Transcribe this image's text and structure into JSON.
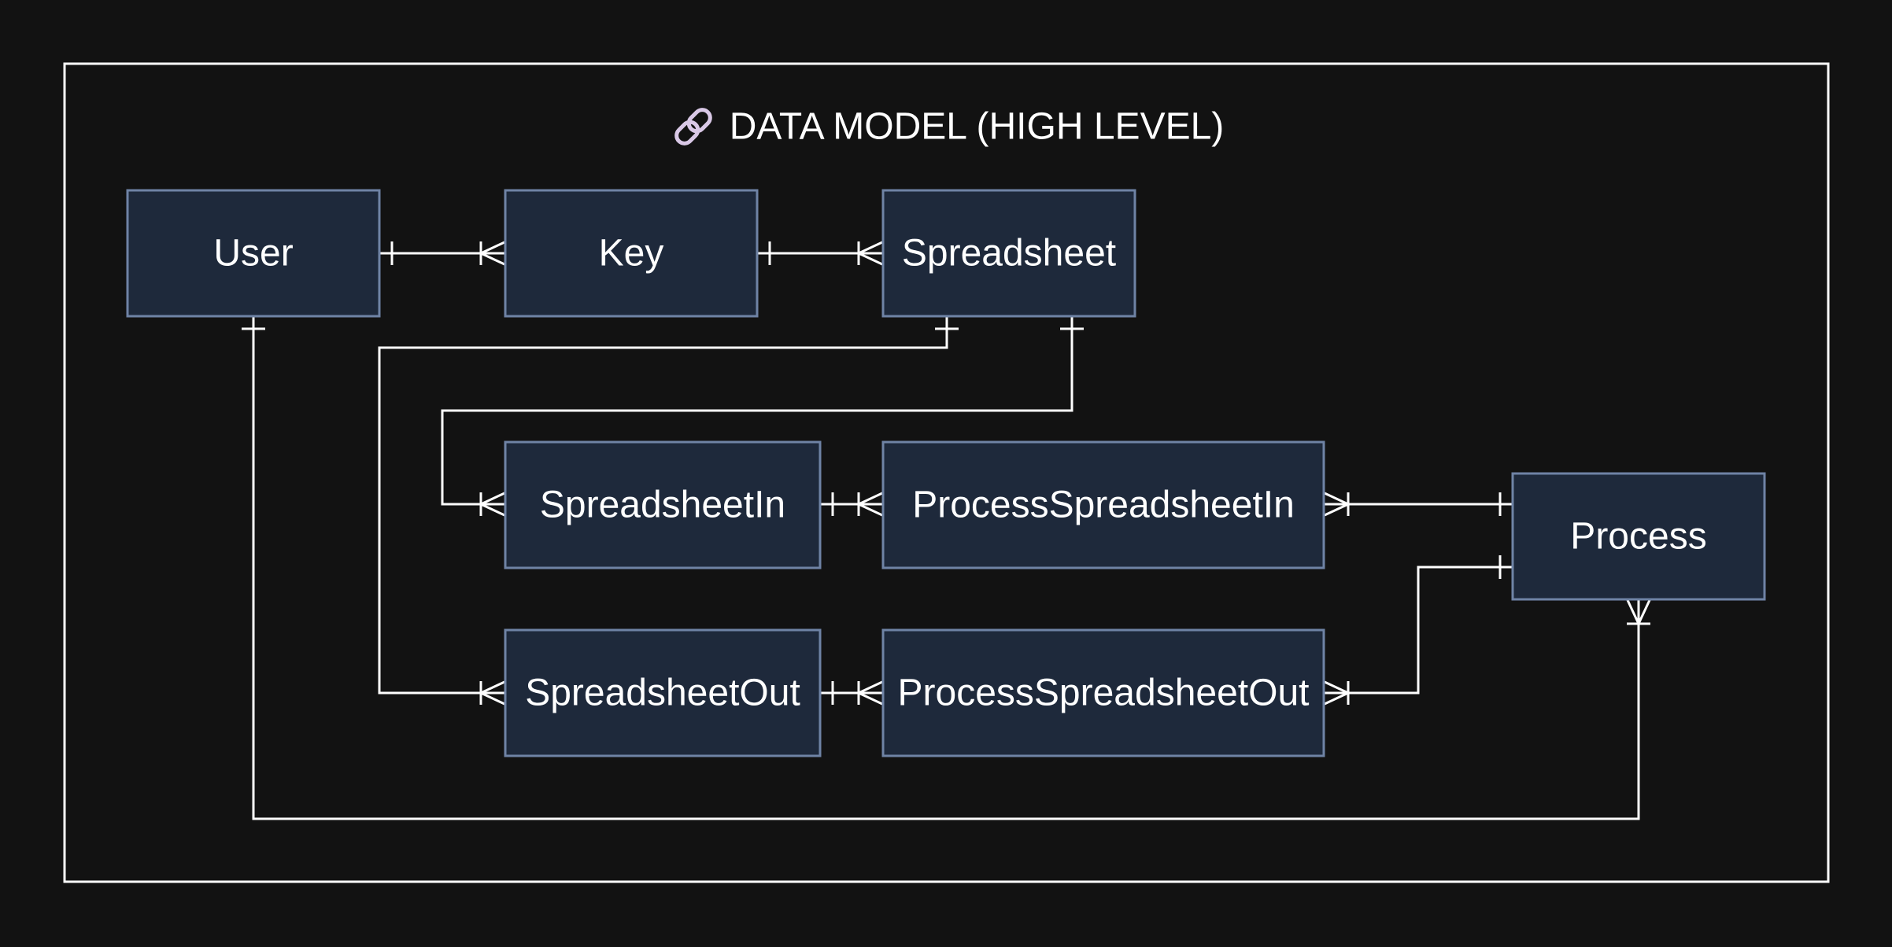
{
  "diagram": {
    "title": "DATA MODEL (HIGH LEVEL)",
    "title_icon": "link-icon",
    "colors": {
      "background": "#121212",
      "entity_fill": "#1e293b",
      "entity_border": "#6f83a5",
      "line": "#ffffff",
      "text": "#ffffff"
    },
    "entities": {
      "user": "User",
      "key": "Key",
      "spreadsheet": "Spreadsheet",
      "spreadsheet_in": "SpreadsheetIn",
      "process_spreadsheet_in": "ProcessSpreadsheetIn",
      "process": "Process",
      "spreadsheet_out": "SpreadsheetOut",
      "process_spreadsheet_out": "ProcessSpreadsheetOut"
    },
    "relationships": [
      {
        "from": "User",
        "to": "Key",
        "from_card": "one",
        "to_card": "one-or-many"
      },
      {
        "from": "Key",
        "to": "Spreadsheet",
        "from_card": "one",
        "to_card": "one-or-many"
      },
      {
        "from": "Spreadsheet",
        "to": "SpreadsheetOut",
        "from_card": "one",
        "to_card": "one-or-many"
      },
      {
        "from": "Spreadsheet",
        "to": "SpreadsheetIn",
        "from_card": "one",
        "to_card": "one-or-many"
      },
      {
        "from": "SpreadsheetIn",
        "to": "ProcessSpreadsheetIn",
        "from_card": "one",
        "to_card": "one-or-many"
      },
      {
        "from": "Process",
        "to": "ProcessSpreadsheetIn",
        "from_card": "one",
        "to_card": "one-or-many"
      },
      {
        "from": "SpreadsheetOut",
        "to": "ProcessSpreadsheetOut",
        "from_card": "one",
        "to_card": "one-or-many"
      },
      {
        "from": "Process",
        "to": "ProcessSpreadsheetOut",
        "from_card": "one",
        "to_card": "one-or-many"
      },
      {
        "from": "User",
        "to": "Process",
        "from_card": "one",
        "to_card": "one-or-many"
      }
    ]
  }
}
